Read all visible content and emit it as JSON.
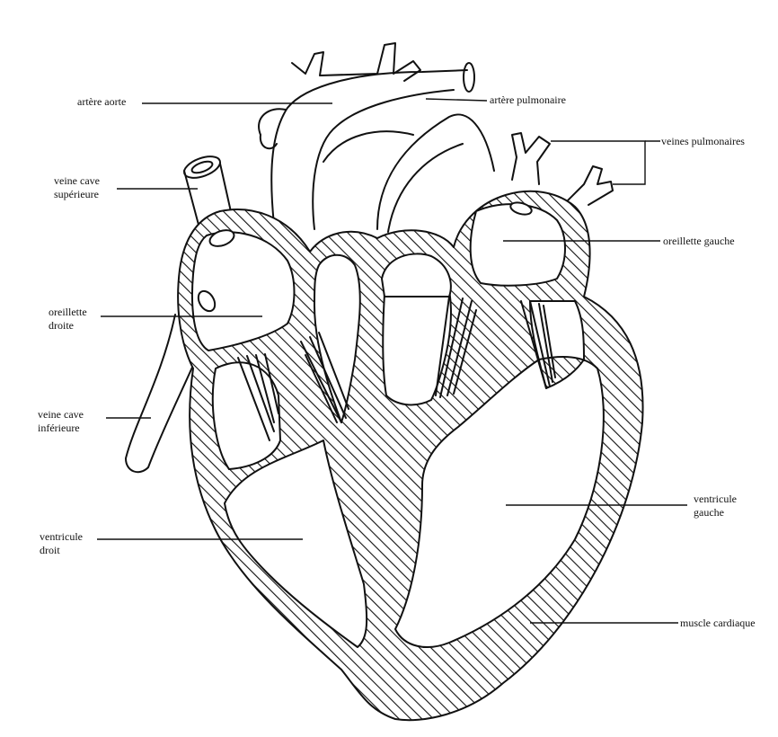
{
  "diagram": {
    "colors": {
      "ink": "#111111",
      "background": "#ffffff"
    },
    "labels": {
      "artere_aorte": "artère aorte",
      "artere_pulmonaire": "artère pulmonaire",
      "veines_pulmonaires": "veines pulmonaires",
      "veine_cave_superieure_line1": "veine cave",
      "veine_cave_superieure_line2": "supérieure",
      "oreillette_gauche": "oreillette gauche",
      "oreillette_droite_line1": "oreillette",
      "oreillette_droite_line2": "droite",
      "veine_cave_inferieure_line1": "veine cave",
      "veine_cave_inferieure_line2": "inférieure",
      "ventricule_gauche_line1": "ventricule",
      "ventricule_gauche_line2": "gauche",
      "ventricule_droit_line1": "ventricule",
      "ventricule_droit_line2": "droit",
      "muscle_cardiaque": "muscle cardiaque"
    }
  }
}
